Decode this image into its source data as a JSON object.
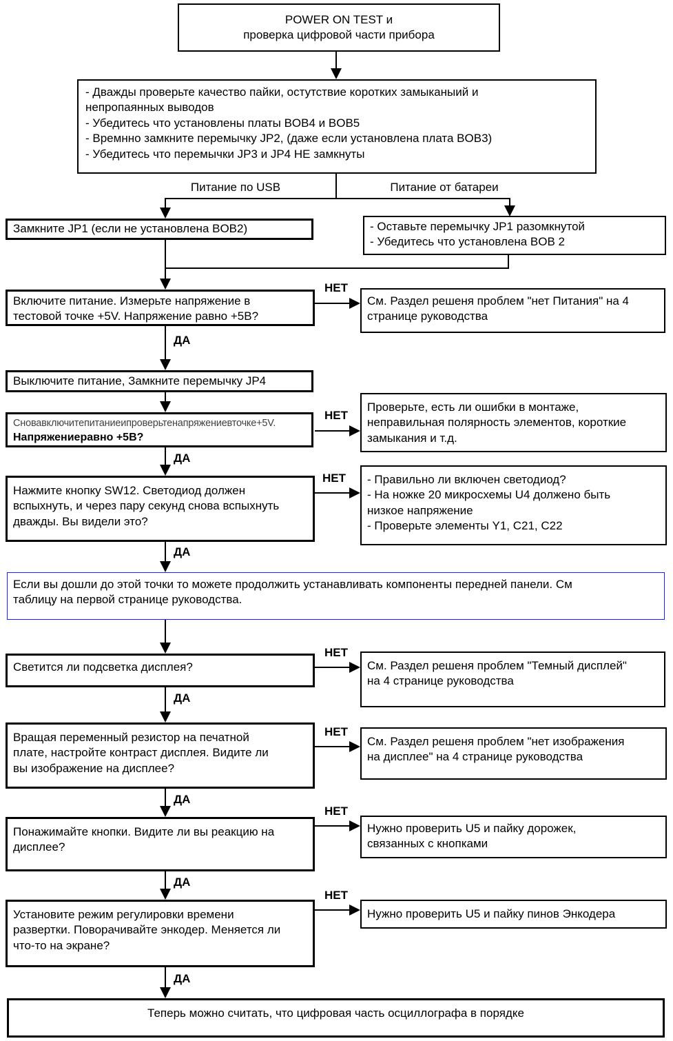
{
  "colors": {
    "line": "#000000",
    "box_border": "#000000",
    "info_border": "#2929a3",
    "subtle_text": "#3f3f3f"
  },
  "labels": {
    "yes": "ДА",
    "no": "НЕТ"
  },
  "branches": {
    "usb": "Питание по USB",
    "battery": "Питание от батареи"
  },
  "nodes": {
    "title": "POWER ON TEST и\nпроверка цифровой части прибора",
    "precheck": "- Дважды проверьте качество пайки, остутствие коротких замыканыий  и\nнепропаянных выводов\n- Убедитесь что установлены платы BOB4 и BOB5\n- Времнно замкните перемычку JP2, (даже если установлена плата BOB3)\n- Убедитесь что перемычки JP3 и JP4 НЕ замкнуты",
    "usb_action": "Замкните JP1 (если не установлена BOB2)",
    "battery_action": "- Оставьте перемычку JP1 разомкнутой\n- Убедитесь что установлена BOB 2",
    "q_power": "Включите питание. Измерьте напряжение в\nтестовой точке +5V. Напряжение равно +5В?",
    "fix_power": "См. Раздел решеня проблем \"нет Питания\" на 4\nстранице руководства",
    "jp4_action": "Выключите питание, Замкните перемычку JP4",
    "q_again5v_line1": "Сновавключитепитаниеипроверьтенапряжениевточке+5V.",
    "q_again5v_line2": "Напряжениеравно +5В?",
    "fix_montage": "Проверьте, есть ли ошибки в монтаже,\nнеправильная полярность элементов, короткие\nзамыкания и т.д.",
    "q_led": "Нажмите кнопку SW12. Светодиод должен\nвспыхнуть, и через пару секунд снова вспыхнуть\nдважды. Вы видели это?",
    "fix_led": "- Правильно ли включен светодиод?\n- На ножке 20 микросхемы U4 должено быть\nнизкое напряжение\n- Проверьте элементы Y1, C21, C22",
    "checkpoint_info": "Если вы дошли до этой точки то можете продолжить устанавливать компоненты передней панели. См\nтаблицу на первой странице руководства.",
    "q_backlight": "Светится ли подсветка дисплея?",
    "fix_backlight": "См. Раздел решеня проблем \"Темный дисплей\"\nна 4 странице руководства",
    "q_contrast": "Вращая переменный резистор на печатной\nплате, настройте контраст дисплея. Видите ли\nвы изображение на дисплее?",
    "fix_contrast": "См. Раздел решеня проблем \"нет изображения\nна дисплее\" на 4 странице руководства",
    "q_buttons": "Понажимайте кнопки. Видите ли вы реакцию на\nдисплее?",
    "fix_buttons": "Нужно проверить U5 и пайку дорожек,\nсвязанных с кнопками",
    "q_encoder": "Установите режим регулировки времени\nразвертки. Поворачивайте энкодер. Меняется ли\nчто-то на экране?",
    "fix_encoder": "Нужно проверить U5 и пайку пинов Энкодера",
    "final": "Теперь можно считать, что цифровая часть осциллографа в порядке"
  }
}
